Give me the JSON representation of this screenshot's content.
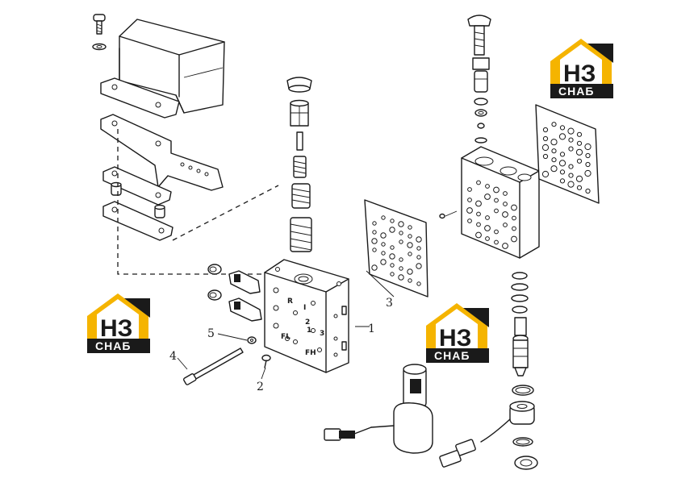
{
  "callouts": {
    "c1": "1",
    "c2": "2",
    "c3": "3",
    "c4": "4",
    "c5": "5"
  },
  "valve_marks": {
    "r": "R",
    "i": "I",
    "n2": "2",
    "n1": "1",
    "n3": "3",
    "fl": "FL",
    "fh": "FH"
  },
  "logo": {
    "mark": "НЗ",
    "text": "СНАБ",
    "colors": {
      "roof": "#f5b400",
      "body": "#1a1a1a"
    }
  }
}
